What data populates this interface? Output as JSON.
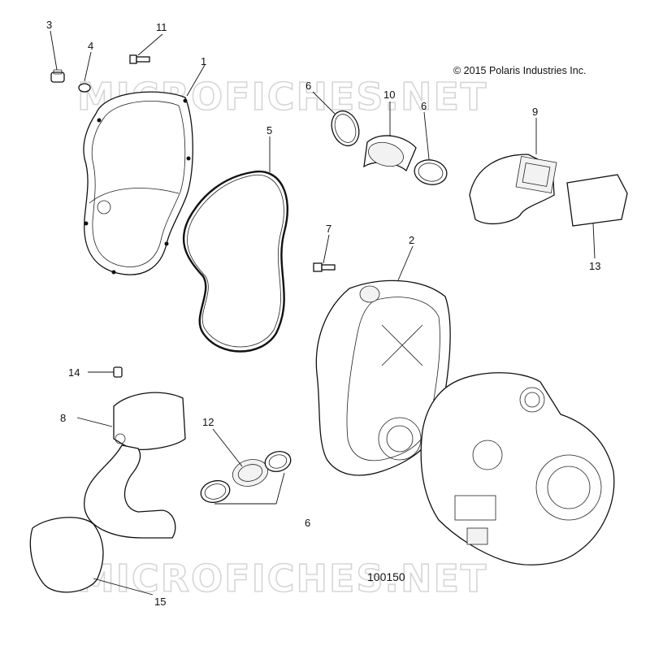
{
  "copyright": "© 2015 Polaris Industries Inc.",
  "drawing_id": "100150",
  "watermark_text": "MICROFICHES.NET",
  "callouts": {
    "c1": "1",
    "c2": "2",
    "c3": "3",
    "c4": "4",
    "c5": "5",
    "c6a": "6",
    "c6b": "6",
    "c6c": "6",
    "c7": "7",
    "c8": "8",
    "c9": "9",
    "c10": "10",
    "c11": "11",
    "c12": "12",
    "c13": "13",
    "c14": "14",
    "c15": "15"
  }
}
